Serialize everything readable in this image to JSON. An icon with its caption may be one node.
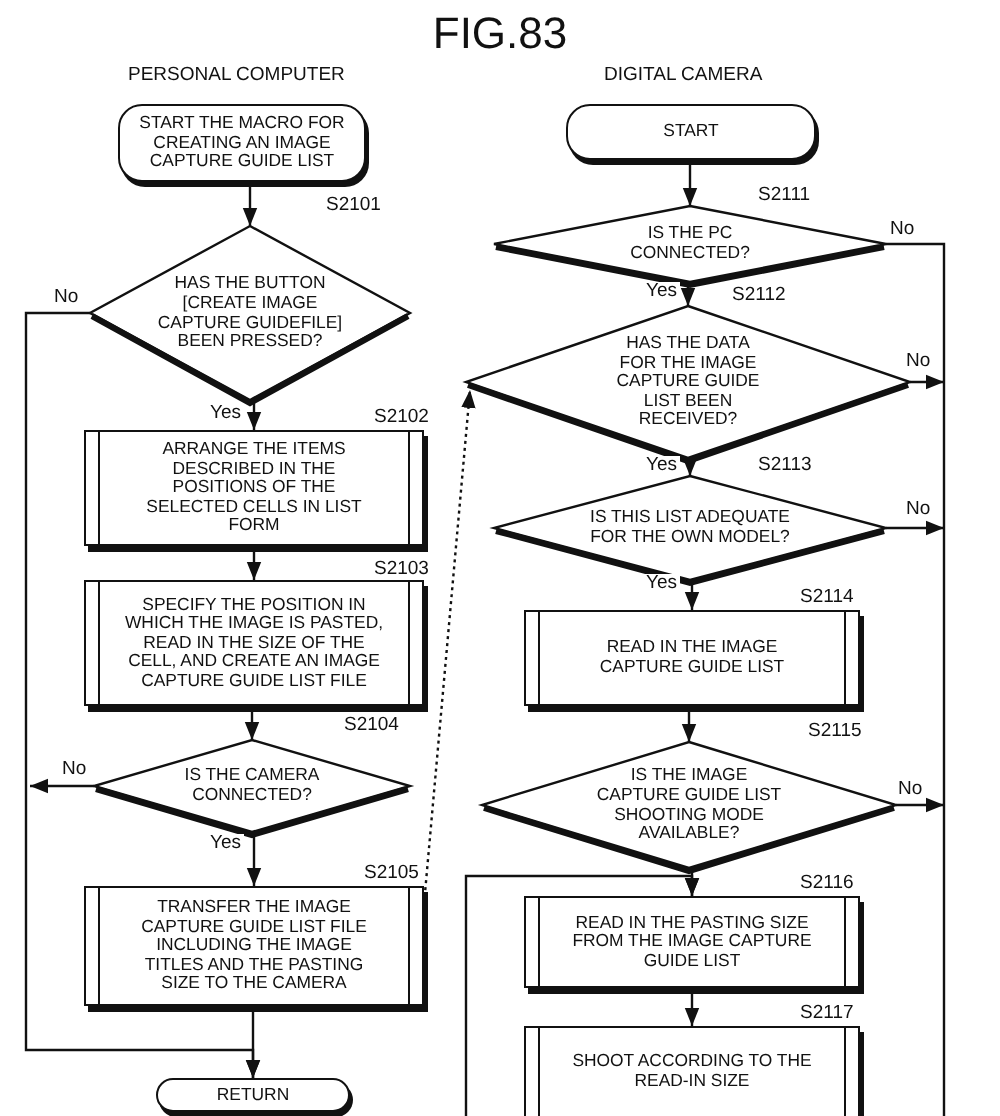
{
  "diagram": {
    "title": "FIG.83",
    "nodes": [
      {
        "text": [
          "START THE MACRO FOR CREATING AN IMAGE CAPTURE GUIDE LIST"
        ]
      },
      {
        "text": [
          "HAS THE BUTTON [CREATE IMAGE CAPTURE GUIDEFILE] BEEN PRESSED?"
        ],
        "beside": [
          "S2101"
        ]
      },
      {
        "text": [
          "ARRANGE THE ITEMS DESCRIBED IN THE POSITIONS OF THE SELECTED CELLS IN LIST FORM"
        ],
        "beside": [
          "S2102"
        ]
      },
      {
        "text": [
          "SPECIFY THE POSITION IN WHICH THE IMAGE IS PASTED, READ IN THE SIZE OF THE CELL, AND CREATE AN IMAGE CAPTURE GUIDE LIST FILE"
        ],
        "beside": [
          "S2103"
        ]
      },
      {
        "text": [
          "IS THE CAMERA CONNECTED?"
        ],
        "beside": [
          "S2104"
        ]
      },
      {
        "text": [
          "TRANSFER THE IMAGE CAPTURE GUIDE LIST FILE INCLUDING THE IMAGE TITLES AND THE PASTING SIZE TO THE CAMERA"
        ],
        "beside": [
          "S2105"
        ]
      },
      {
        "text": [
          "RETURN"
        ]
      },
      {
        "text": [
          "START"
        ]
      },
      {
        "text": [
          "IS THE PC CONNECTED?"
        ],
        "beside": [
          "S2111"
        ]
      },
      {
        "text": [
          "HAS THE DATA FOR THE IMAGE CAPTURE GUIDE LIST BEEN RECEIVED?"
        ],
        "beside": [
          "S2112"
        ]
      },
      {
        "text": [
          "IS THIS LIST ADEQUATE FOR THE OWN MODEL?"
        ],
        "beside": [
          "S2113"
        ]
      },
      {
        "text": [
          "READ IN THE IMAGE CAPTURE GUIDE LIST"
        ],
        "beside": [
          "S2114"
        ]
      },
      {
        "text": [
          "IS THE IMAGE CAPTURE GUIDE LIST SHOOTING MODE AVAILABLE?"
        ],
        "beside": [
          "S2115"
        ]
      },
      {
        "text": [
          "READ IN THE PASTING SIZE FROM THE IMAGE CAPTURE GUIDE LIST"
        ],
        "beside": [
          "S2116"
        ]
      },
      {
        "text": [
          "SHOOT ACCORDING TO THE READ-IN SIZE"
        ],
        "beside": [
          "S2117"
        ]
      }
    ],
    "edges": [
      {
        "from": 0,
        "to": 1,
        "arrow": "to"
      },
      {
        "from": 1,
        "to": 2,
        "arrow": "to",
        "label": "Yes"
      },
      {
        "from": 1,
        "to": 6,
        "arrow": "to",
        "label": "No"
      },
      {
        "from": 2,
        "to": 3,
        "arrow": "to"
      },
      {
        "from": 3,
        "to": 4,
        "arrow": "to"
      },
      {
        "from": 4,
        "to": 5,
        "arrow": "to",
        "label": "Yes"
      },
      {
        "from": 4,
        "to": null,
        "arrow": "to",
        "label": "No"
      },
      {
        "from": 5,
        "to": 6,
        "arrow": "to"
      },
      {
        "from": 5,
        "to": 9,
        "arrow": "to",
        "style": "dashed"
      },
      {
        "from": 7,
        "to": 8,
        "arrow": "to"
      },
      {
        "from": 8,
        "to": 9,
        "arrow": "to",
        "label": "Yes"
      },
      {
        "from": 9,
        "to": 10,
        "arrow": "to",
        "label": "Yes"
      },
      {
        "from": 10,
        "to": 11,
        "arrow": "to",
        "label": "Yes"
      },
      {
        "from": 11,
        "to": 12,
        "arrow": "to"
      },
      {
        "from": 12,
        "to": 13,
        "arrow": "to"
      },
      {
        "from": 13,
        "to": 14,
        "arrow": "to"
      },
      {
        "from": null,
        "to": 13,
        "arrow": "to"
      },
      {
        "from": 8,
        "to": null,
        "arrow": "none",
        "label": "No"
      },
      {
        "from": 9,
        "to": null,
        "arrow": "to",
        "label": "No"
      },
      {
        "from": 10,
        "to": null,
        "arrow": "to",
        "label": "No"
      },
      {
        "from": 12,
        "to": null,
        "arrow": "to",
        "label": "No"
      }
    ],
    "labels": [
      "PERSONAL COMPUTER",
      "DIGITAL CAMERA"
    ]
  }
}
